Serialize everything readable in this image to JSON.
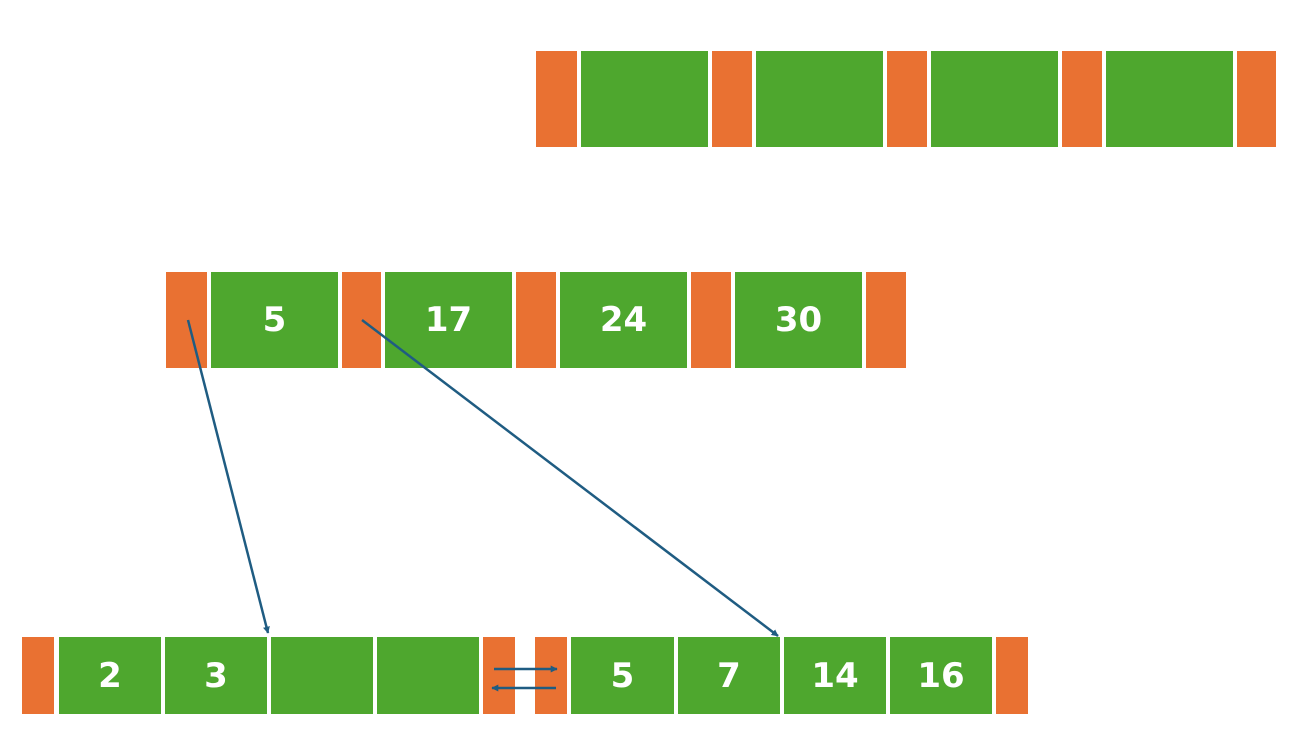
{
  "colors": {
    "pointer": "#E97132",
    "key": "#4EA72E",
    "arrow": "#1F5C82"
  },
  "root_node": {
    "keys": [
      "",
      "",
      "",
      ""
    ]
  },
  "internal_node": {
    "keys": [
      "5",
      "17",
      "24",
      "30"
    ]
  },
  "leaf_left": {
    "keys": [
      "2",
      "3",
      "",
      ""
    ]
  },
  "leaf_right": {
    "keys": [
      "5",
      "7",
      "14",
      "16"
    ]
  }
}
